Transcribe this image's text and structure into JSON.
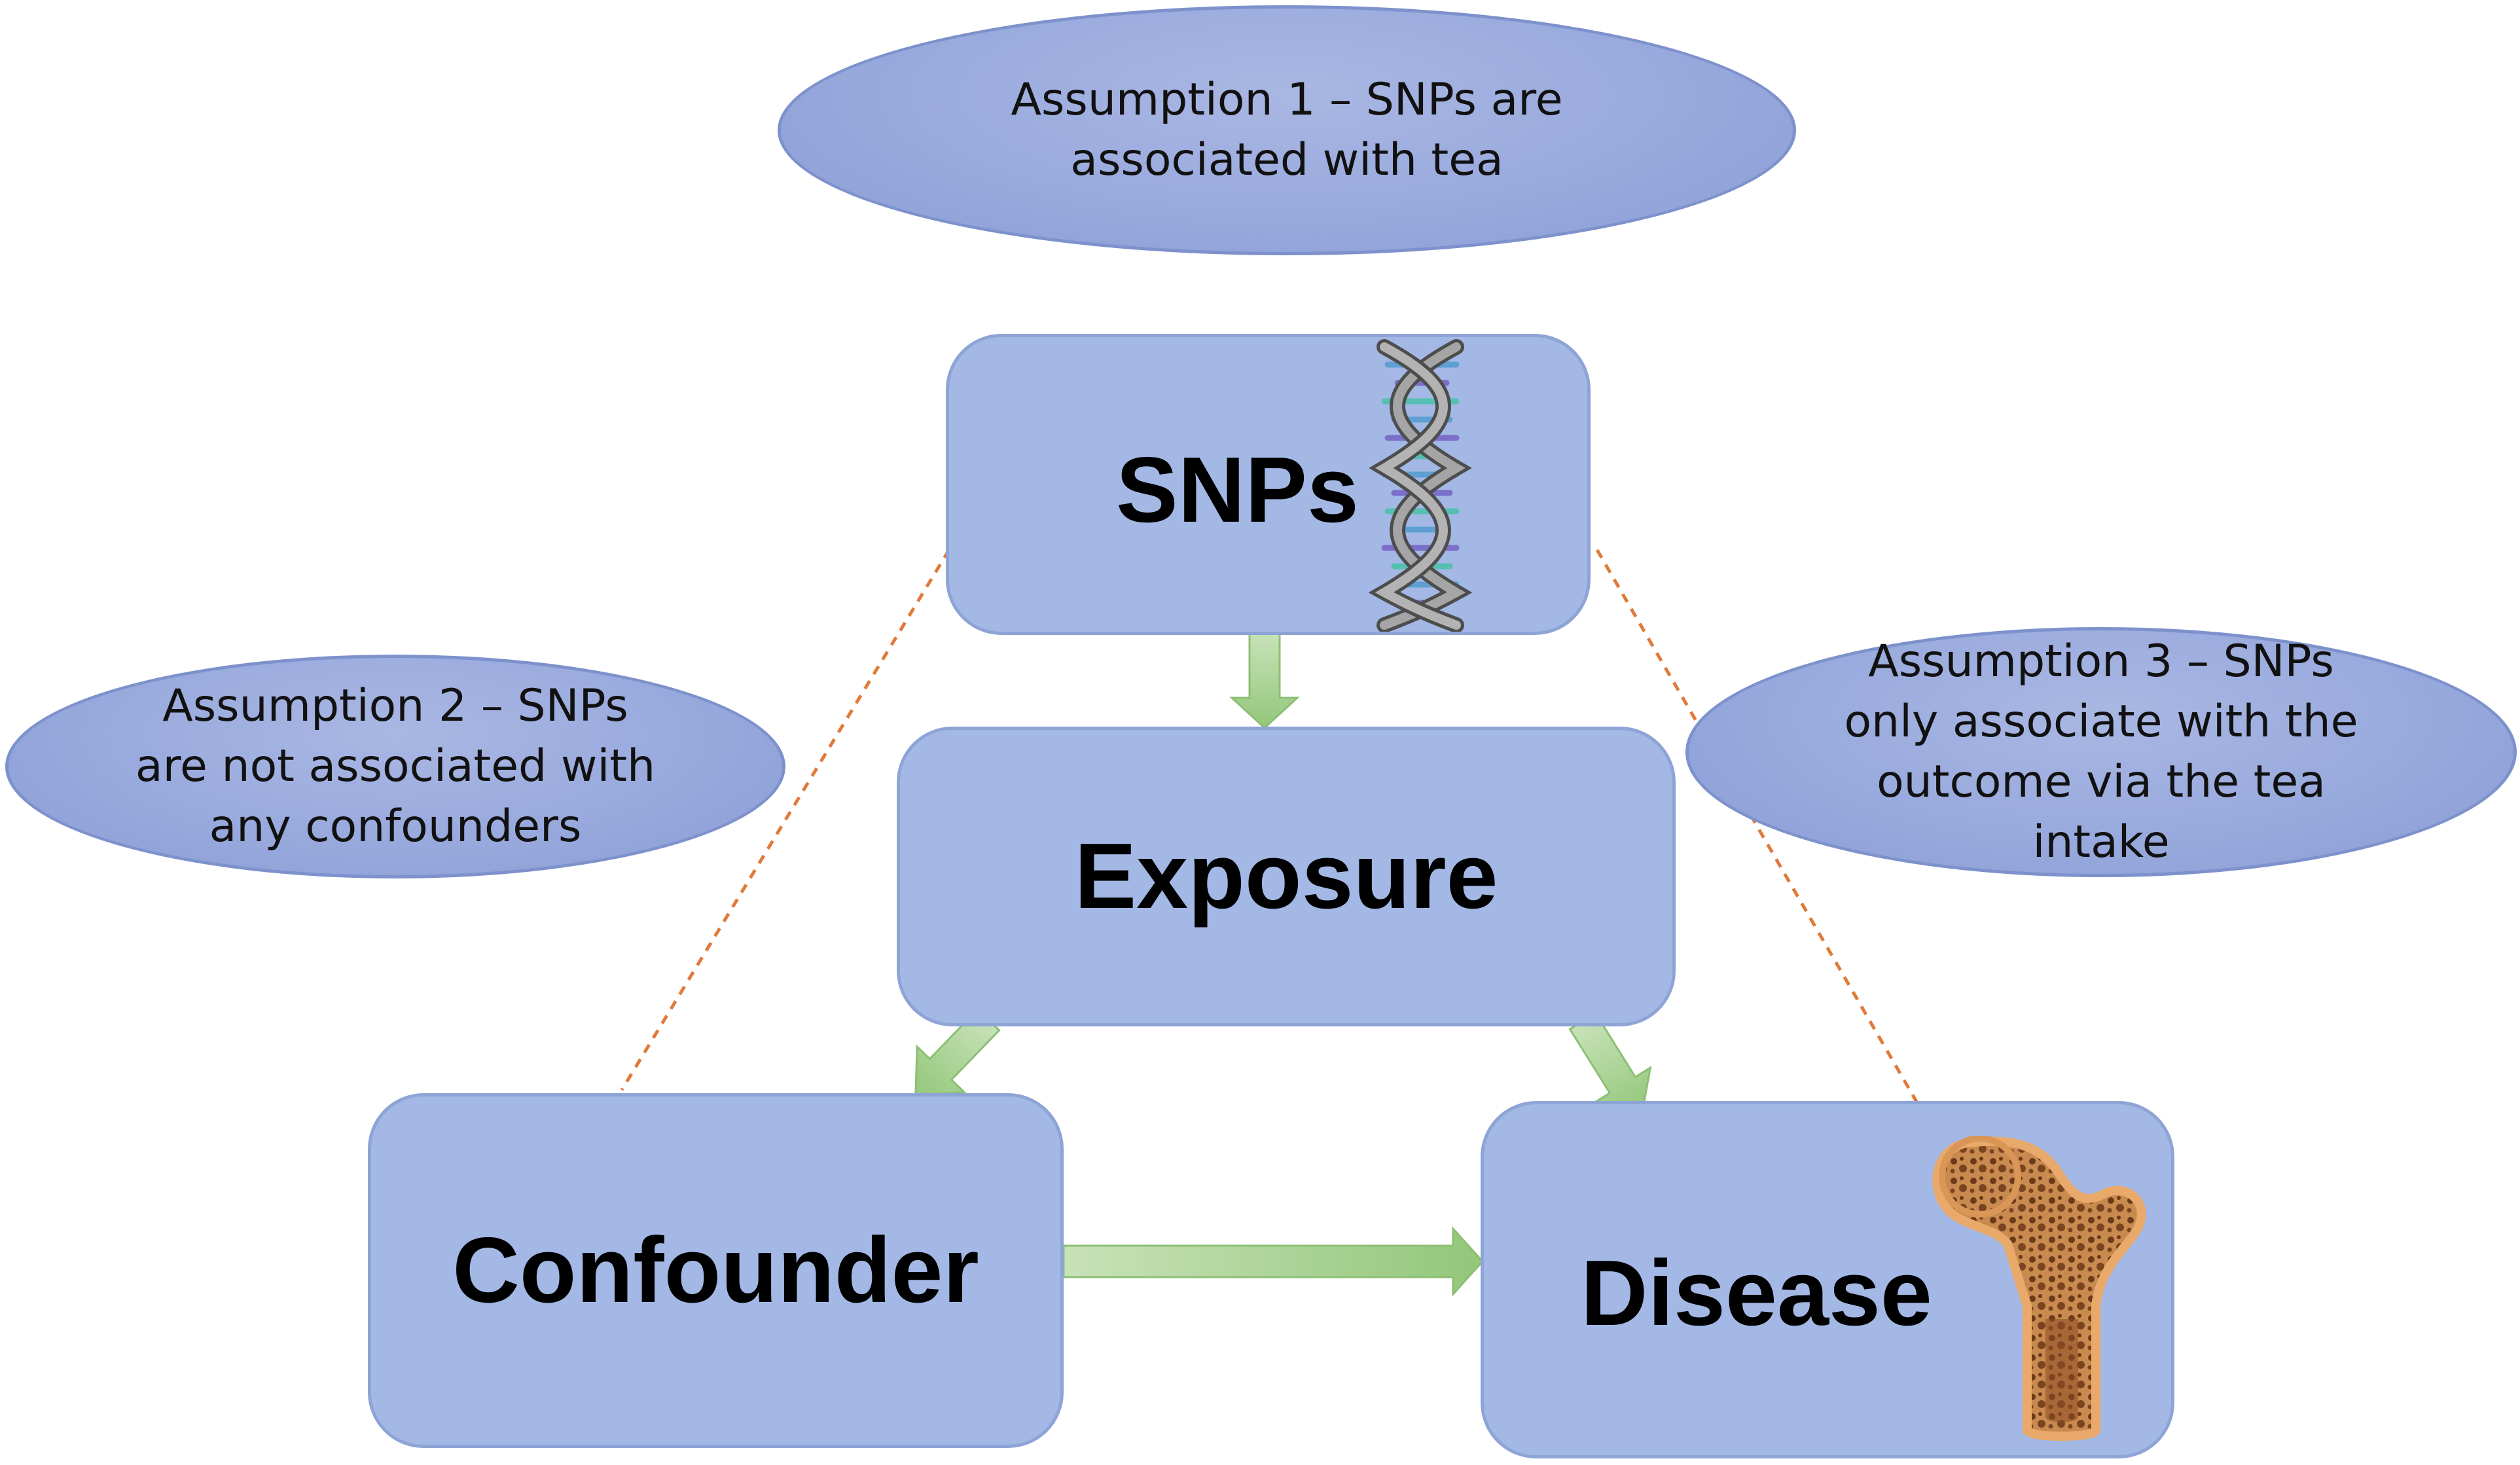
{
  "colors": {
    "box_fill": "#a3b8e4",
    "ellipse_fill": "#98a9dd",
    "arrow_green": "#9fcf86",
    "dashed_line": "#e07a3a"
  },
  "nodes": {
    "snps": {
      "label": "SNPs",
      "icon": "dna-helix-icon"
    },
    "exposure": {
      "label": "Exposure"
    },
    "confounder": {
      "label": "Confounder"
    },
    "disease": {
      "label": "Disease",
      "icon": "femur-bone-icon"
    }
  },
  "assumptions": {
    "a1": "Assumption 1 – SNPs are\nassociated with tea",
    "a2": "Assumption 2 – SNPs\nare not associated with\nany confounders",
    "a3": "Assumption 3 – SNPs\nonly associate with the\noutcome via the tea\nintake"
  },
  "edges": [
    {
      "from": "SNPs",
      "to": "Exposure",
      "style": "solid-arrow"
    },
    {
      "from": "Exposure",
      "to": "Confounder",
      "style": "solid-arrow"
    },
    {
      "from": "Exposure",
      "to": "Disease",
      "style": "solid-arrow"
    },
    {
      "from": "Confounder",
      "to": "Disease",
      "style": "solid-arrow"
    },
    {
      "from": "SNPs",
      "to": "Confounder",
      "style": "dashed"
    },
    {
      "from": "SNPs",
      "to": "Disease",
      "style": "dashed"
    }
  ]
}
